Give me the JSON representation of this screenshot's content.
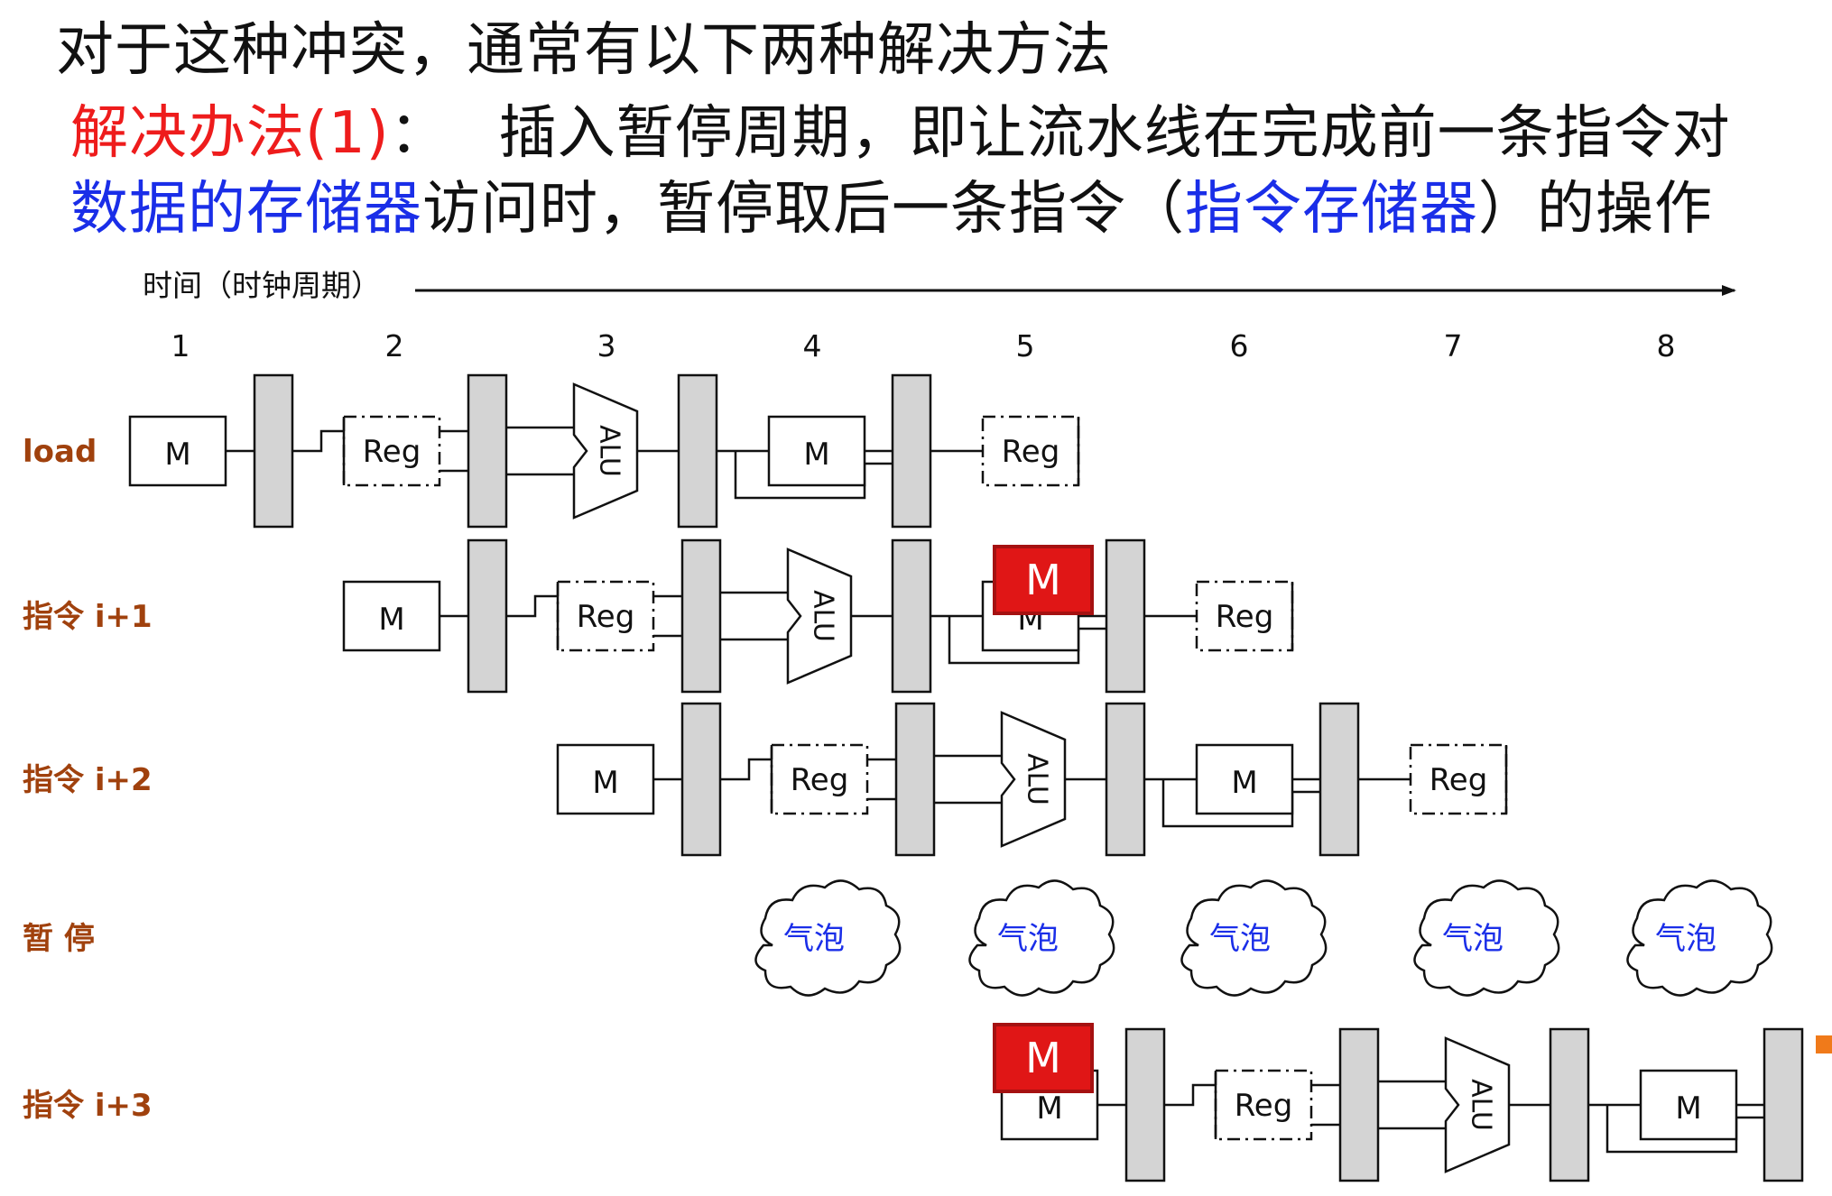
{
  "heading": {
    "line1": "对于这种冲突，通常有以下两种解决方法",
    "line2_label": "解决办法(1)",
    "line2_colon": "：",
    "line2_text": "插入暂停周期，即让流水线在完成前一条指令对",
    "line3_blue1": "数据的存储器",
    "line3_text1": "访问时，暂停取后一条指令（",
    "line3_blue2": "指令存储器",
    "line3_text2": "）的操作"
  },
  "axis": {
    "label": "时间（时钟周期）",
    "ticks": [
      "1",
      "2",
      "3",
      "4",
      "5",
      "6",
      "7",
      "8"
    ]
  },
  "rows": [
    {
      "label": "load"
    },
    {
      "label": "指令 i+1"
    },
    {
      "label": "指令 i+2"
    },
    {
      "label": "暂   停"
    },
    {
      "label": "指令 i+3"
    }
  ],
  "stages": {
    "mem": "M",
    "reg": "Reg",
    "alu": "ALU"
  },
  "bubble_label": "气泡",
  "highlight_label": "M",
  "colors": {
    "row_label": "#a0410d",
    "title_red": "#ee1c1c",
    "title_blue": "#1a2ee8",
    "bubble_text": "#1a2ee8",
    "highlight_fill": "#e01616",
    "latch_fill": "#d4d4d4"
  }
}
